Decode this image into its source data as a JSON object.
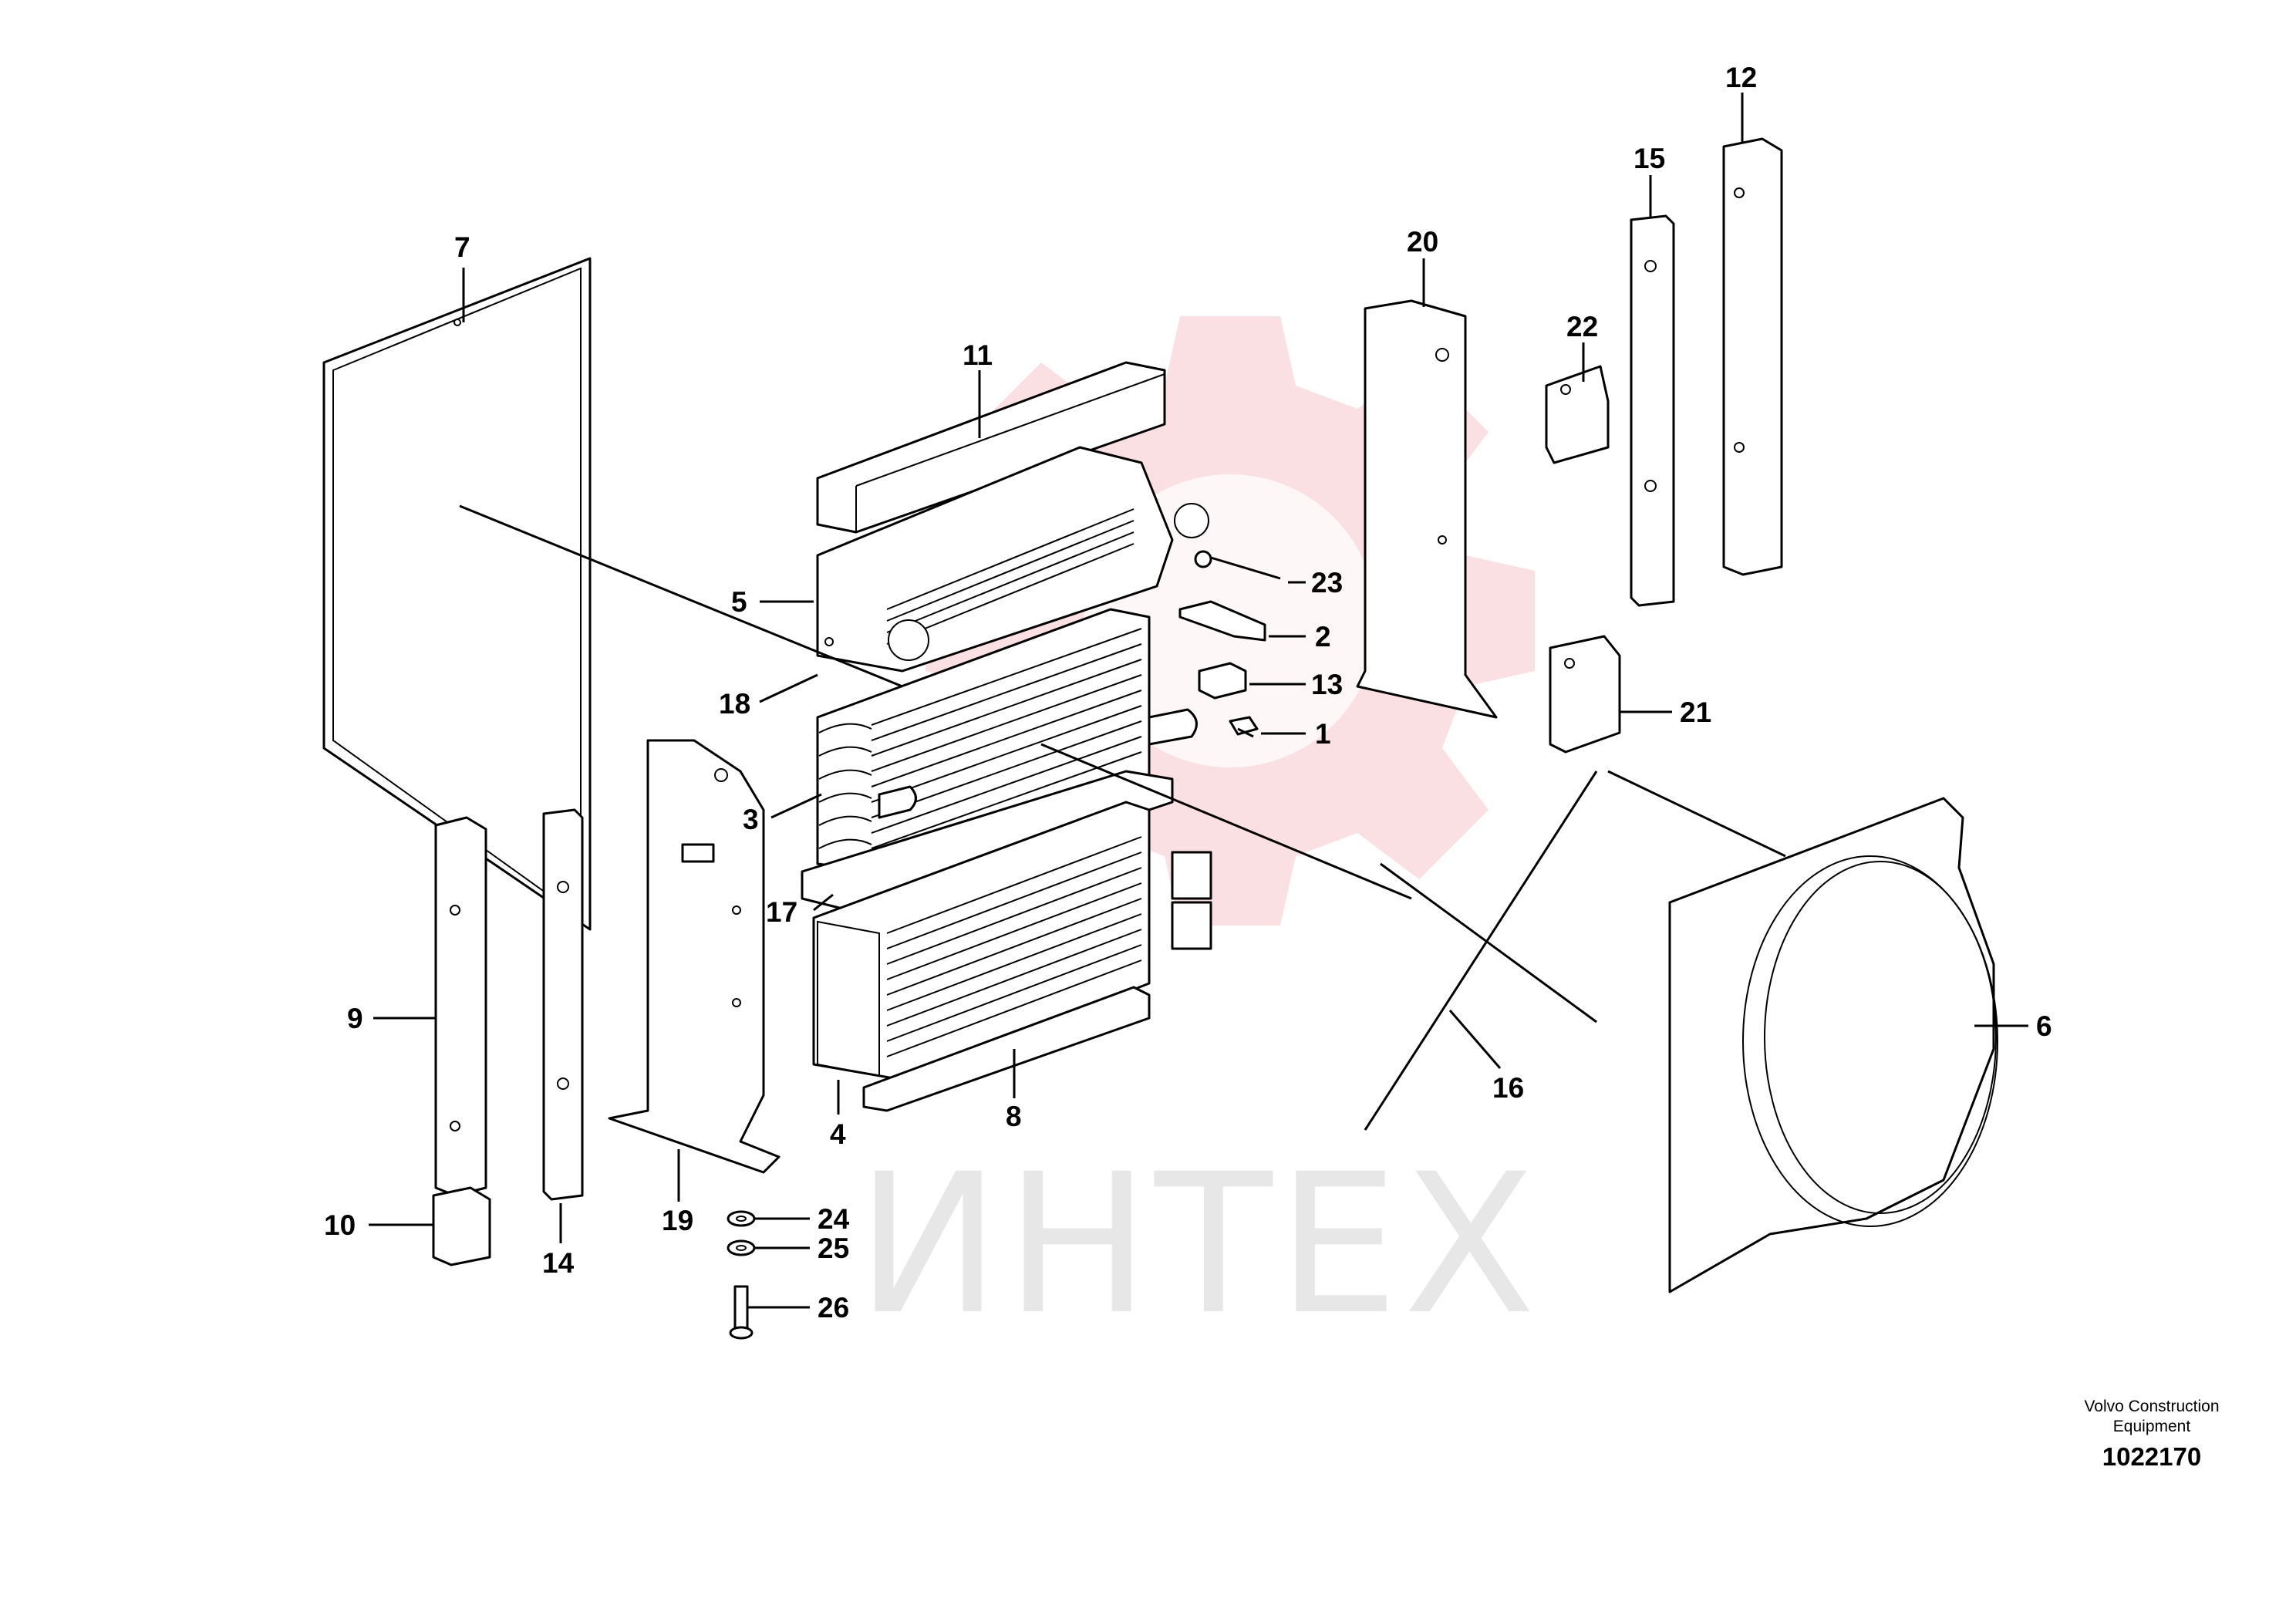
{
  "watermark": {
    "text": "ИНТЕХ",
    "gear_color": "#f2a6ad"
  },
  "manufacturer": {
    "line1": "Volvo Construction",
    "line2": "Equipment"
  },
  "drawing_number": "1022170",
  "callouts": {
    "c1": "1",
    "c2": "2",
    "c3": "3",
    "c4": "4",
    "c5": "5",
    "c6": "6",
    "c7": "7",
    "c8": "8",
    "c9": "9",
    "c10": "10",
    "c11": "11",
    "c12": "12",
    "c13": "13",
    "c14": "14",
    "c15": "15",
    "c16": "16",
    "c17": "17",
    "c18": "18",
    "c19": "19",
    "c20": "20",
    "c21": "21",
    "c22": "22",
    "c23": "23",
    "c24": "24",
    "c25": "25",
    "c26": "26"
  }
}
